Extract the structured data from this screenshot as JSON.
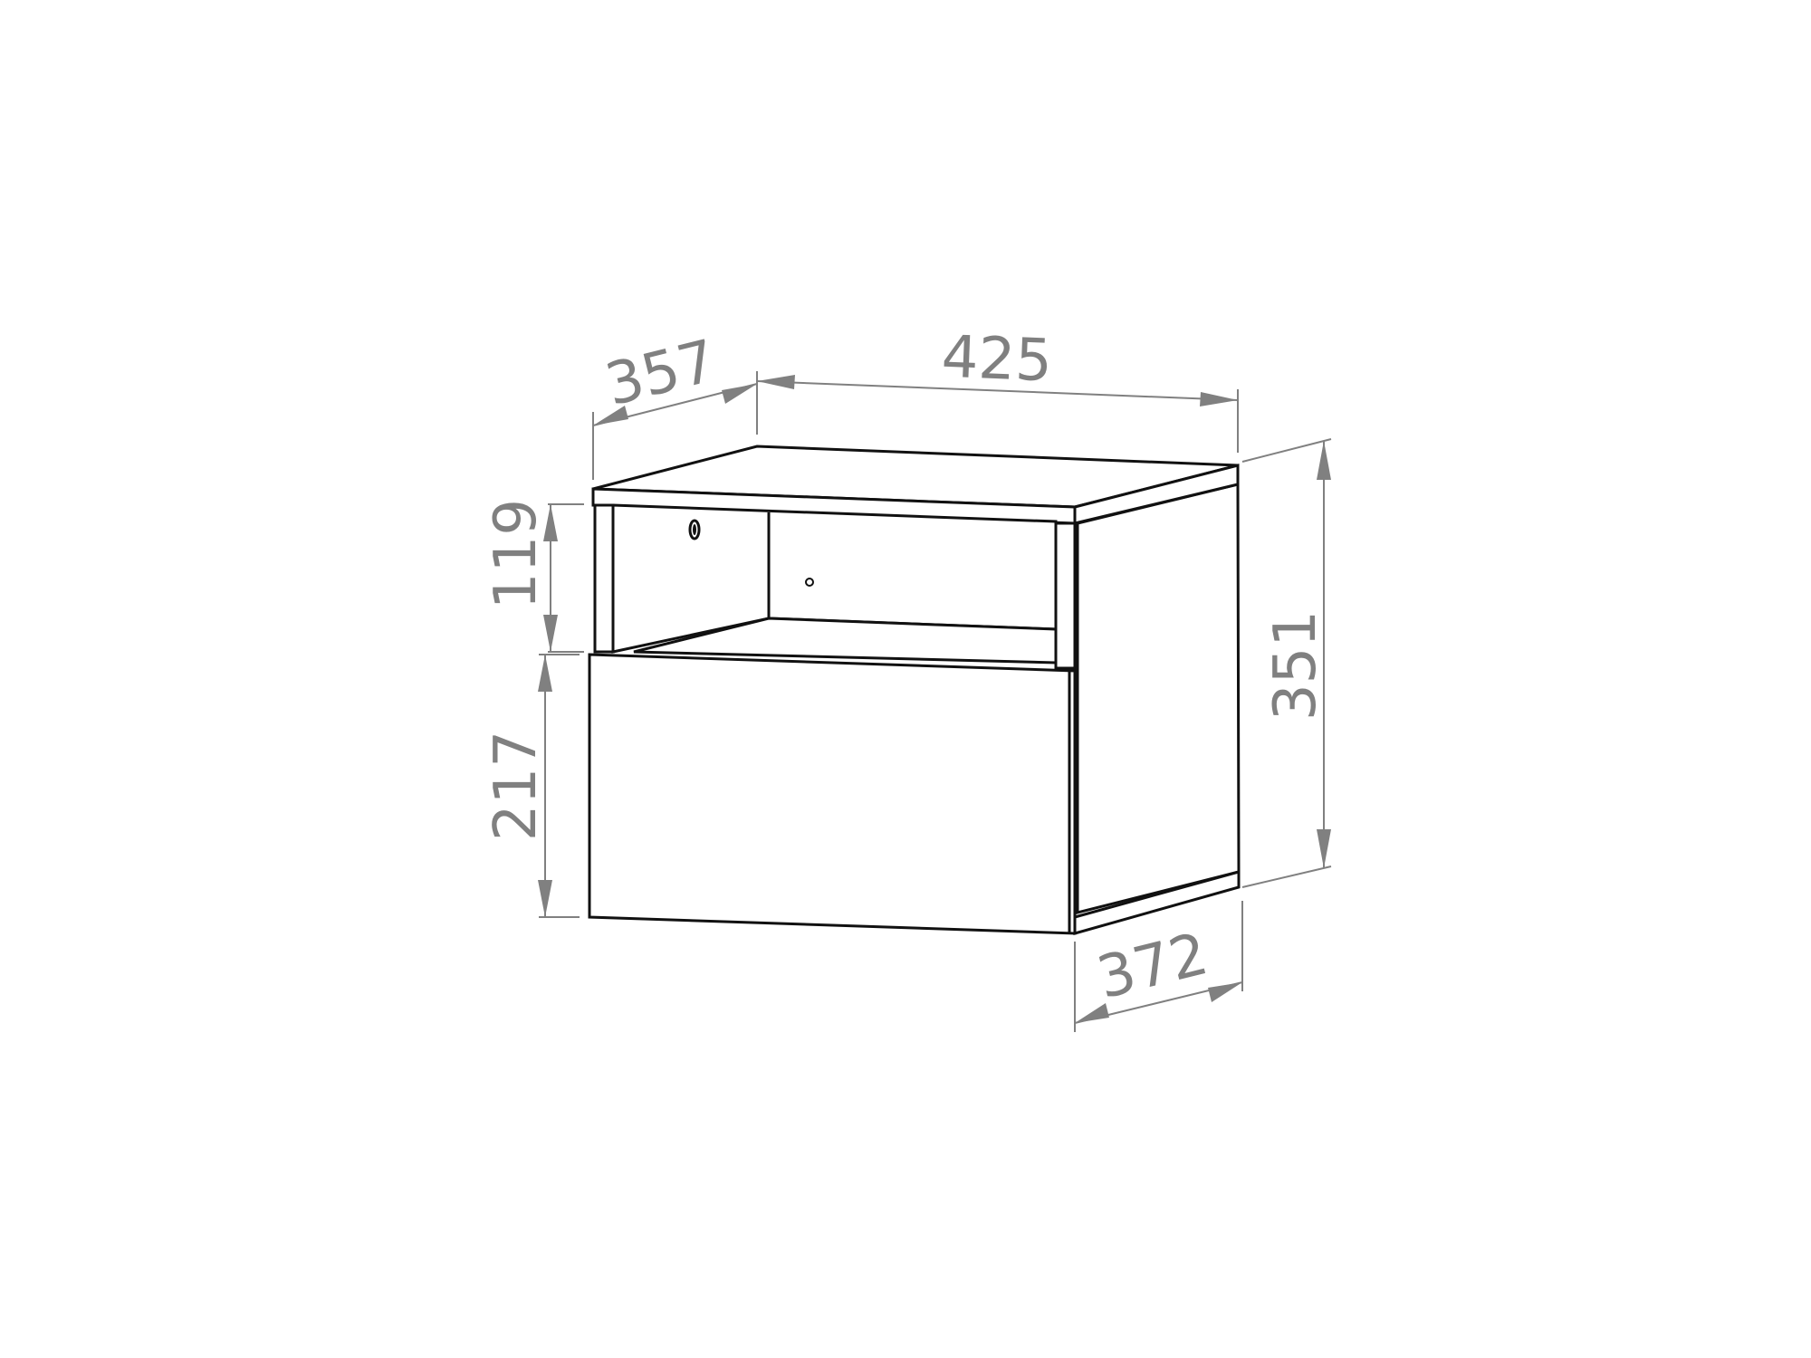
{
  "dimensions": {
    "depth_top": "357",
    "width": "425",
    "height": "351",
    "open_shelf_height": "119",
    "drawer_height": "217",
    "depth_bottom": "372"
  },
  "colors": {
    "outline": "#111111",
    "dimension": "#808080",
    "background": "#ffffff"
  }
}
